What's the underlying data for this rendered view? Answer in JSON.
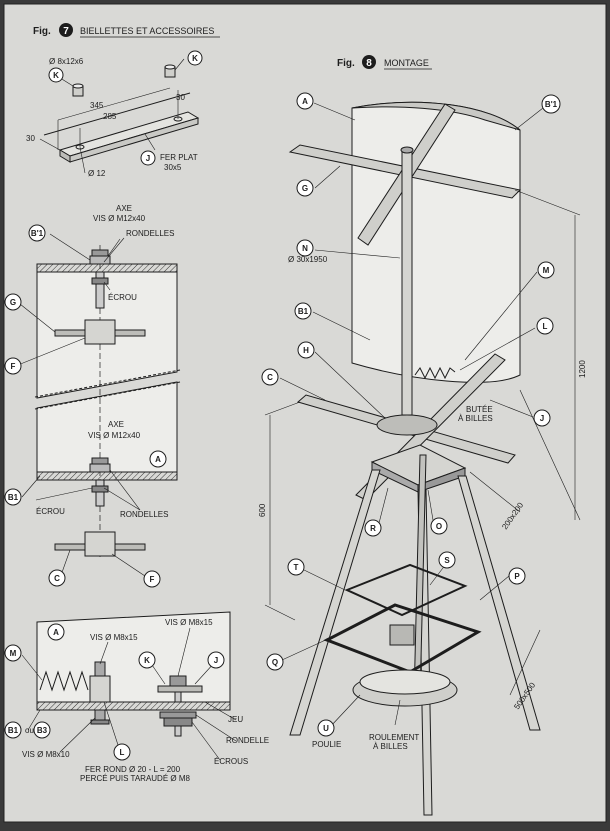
{
  "fig7": {
    "prefix": "Fig.",
    "num": "7",
    "title": "BIELLETTES ET ACCESSOIRES"
  },
  "fig8": {
    "prefix": "Fig.",
    "num": "8",
    "title": "MONTAGE"
  },
  "fig7_labels": {
    "k_spec": "Ø 8x12x6",
    "dim_345": "345",
    "dim_285": "285",
    "dim_30a": "30",
    "dim_30b": "30",
    "d12": "Ø 12",
    "fer_plat": "FER PLAT",
    "fer_plat_dim": "30x5"
  },
  "sectionA": {
    "axe1": "AXE",
    "vis1": "VIS Ø M12x40",
    "rondelles1": "RONDELLES",
    "ecrou1": "ÉCROU",
    "axe2": "AXE",
    "vis2": "VIS Ø M12x40",
    "ecrou2": "ÉCROU",
    "rondelles2": "RONDELLES"
  },
  "detail": {
    "vis_m8_left": "VIS Ø M8x15",
    "vis_m8_right": "VIS Ø M8x15",
    "jeu": "JEU",
    "rondelle": "RONDELLE",
    "ecrous": "ÉCROUS",
    "vis_m8x10": "VIS Ø M8x10",
    "fer_rond_1": "FER ROND Ø 20 - L = 200",
    "fer_rond_2": "PERCÉ PUIS TARAUDÉ Ø M8",
    "b1_ou_b3_mid": "ou"
  },
  "montage": {
    "n_spec": "Ø 30x1950",
    "butee1": "BUTÉE",
    "butee2": "À BILLES",
    "dim_1200": "1200",
    "dim_600": "600",
    "dim_200": "200x200",
    "dim_500": "500x500",
    "poulie": "POULIE",
    "roulement1": "ROULEMENT",
    "roulement2": "À BILLES"
  },
  "letters": {
    "A": "A",
    "B1p": "B'1",
    "G": "G",
    "N": "N",
    "M": "M",
    "B1": "B1",
    "L": "L",
    "H": "H",
    "C": "C",
    "J": "J",
    "R": "R",
    "O": "O",
    "T": "T",
    "S": "S",
    "P": "P",
    "Q": "Q",
    "U": "U",
    "K": "K",
    "F": "F",
    "B3": "B3"
  },
  "colors": {
    "paper": "#d9d9d6",
    "ink": "#1d1d1d",
    "frame": "#3a3a3a"
  }
}
